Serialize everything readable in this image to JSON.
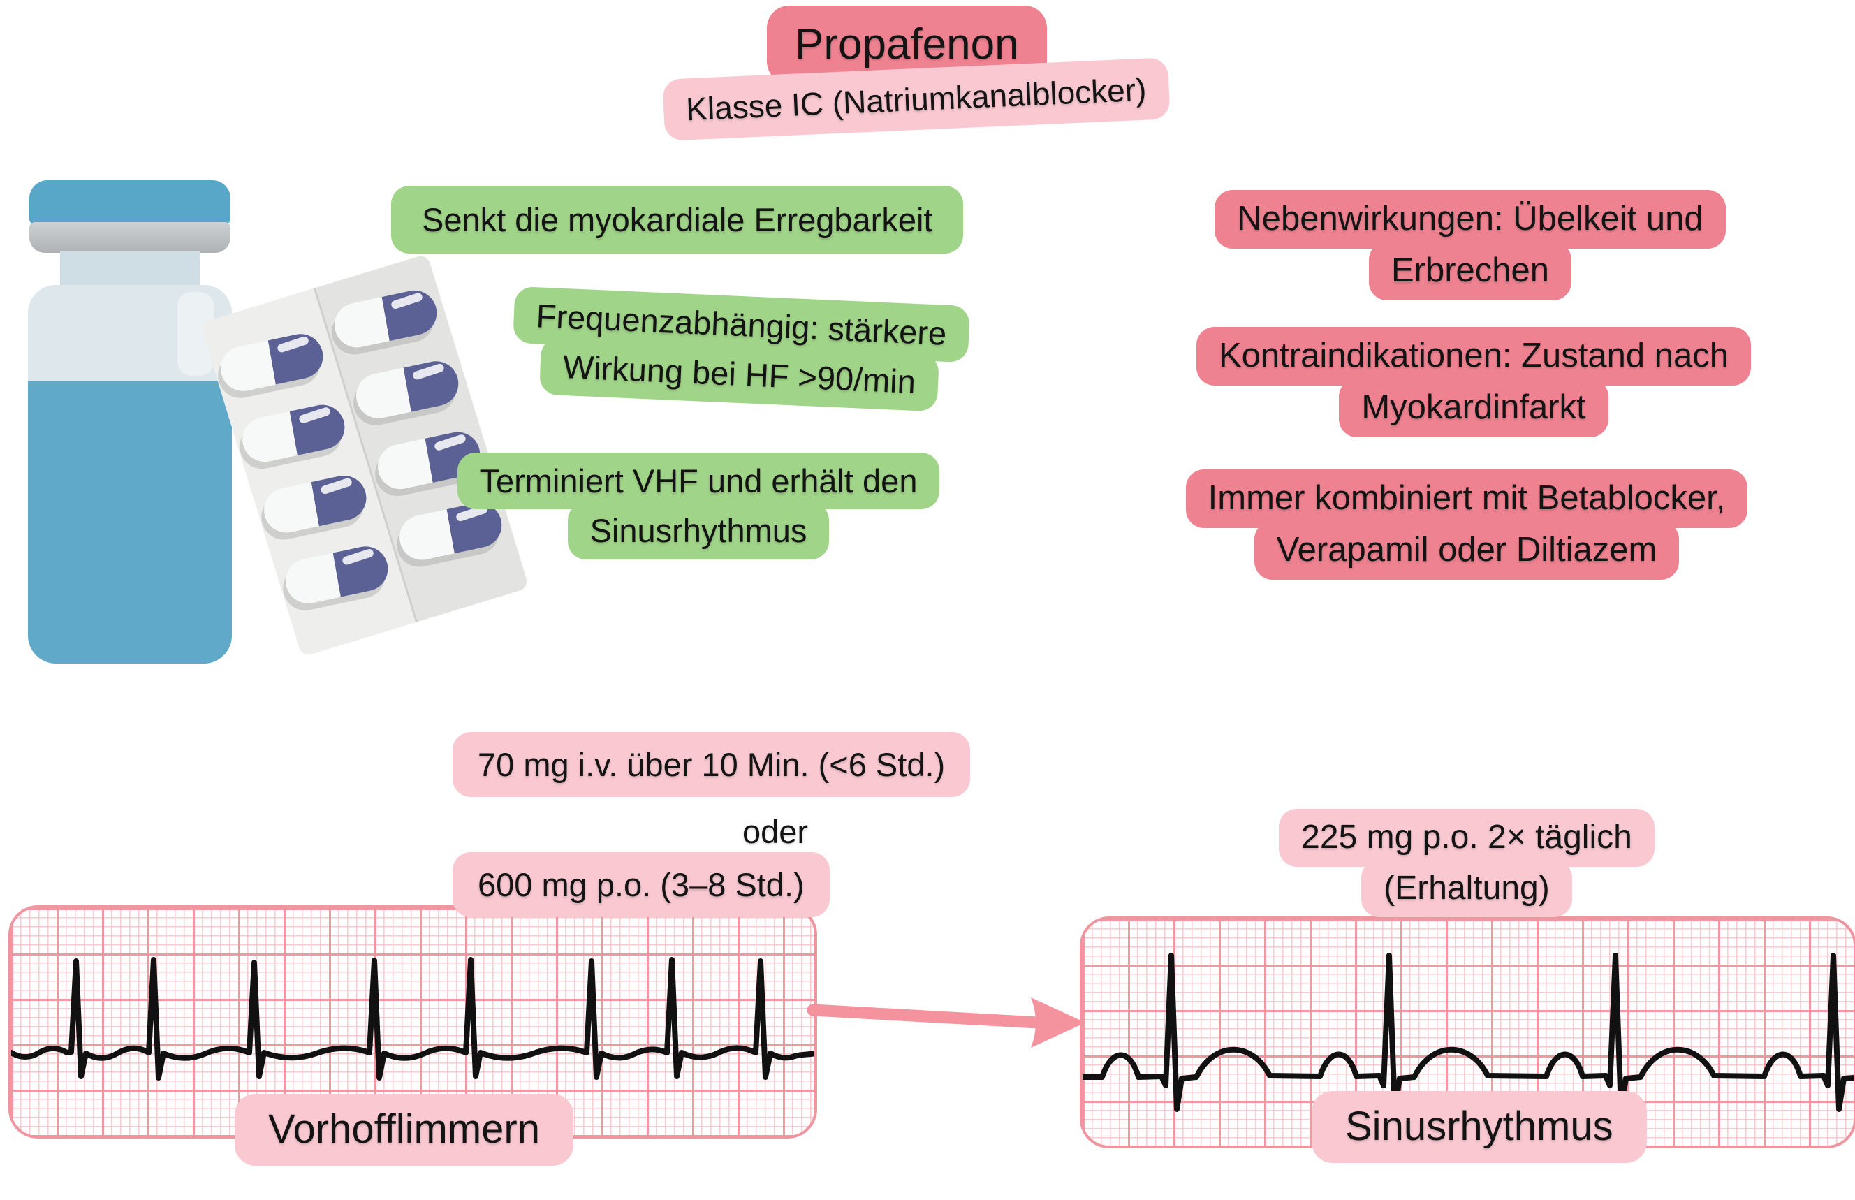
{
  "title": "Propafenon",
  "subtitle": "Klasse IC (Natriumkanalblocker)",
  "effects": {
    "e1": {
      "l1": "Senkt die myokardiale Erregbarkeit"
    },
    "e2": {
      "l1": "Frequenzabhängig: stärkere",
      "l2": "Wirkung bei HF >90/min"
    },
    "e3": {
      "l1": "Terminiert VHF und erhält den",
      "l2": "Sinusrhythmus"
    }
  },
  "risks": {
    "r1": {
      "l1": "Nebenwirkungen: Übelkeit und",
      "l2": "Erbrechen"
    },
    "r2": {
      "l1": "Kontraindikationen: Zustand nach",
      "l2": "Myokardinfarkt"
    },
    "r3": {
      "l1": "Immer kombiniert mit Betablocker,",
      "l2": "Verapamil oder Diltiazem"
    }
  },
  "dosing": {
    "iv": "70 mg i.v. über 10 Min. (<6 Std.)",
    "conjunction": "oder",
    "po": "600 mg p.o. (3–8 Std.)",
    "maintenance_l1": "225 mg p.o. 2× täglich",
    "maintenance_l2": "(Erhaltung)"
  },
  "ecg": {
    "left_label": "Vorhofflimmern",
    "right_label": "Sinusrhythmus"
  },
  "colors": {
    "accent_red": "#ee8290",
    "accent_pink": "#f9c8d1",
    "accent_green": "#a0d488",
    "grid_pink": "#f0959f",
    "arrow_pink": "#f4929e",
    "vial_blue": "#5ba8c8",
    "capsule_navy": "#5b6095",
    "trace_black": "#111111"
  },
  "icons": {
    "vial": "medication-vial-icon",
    "blister": "pill-blister-pack-icon",
    "arrow": "right-arrow-icon",
    "ecg_left": "ecg-afib-strip",
    "ecg_right": "ecg-sinus-strip"
  }
}
